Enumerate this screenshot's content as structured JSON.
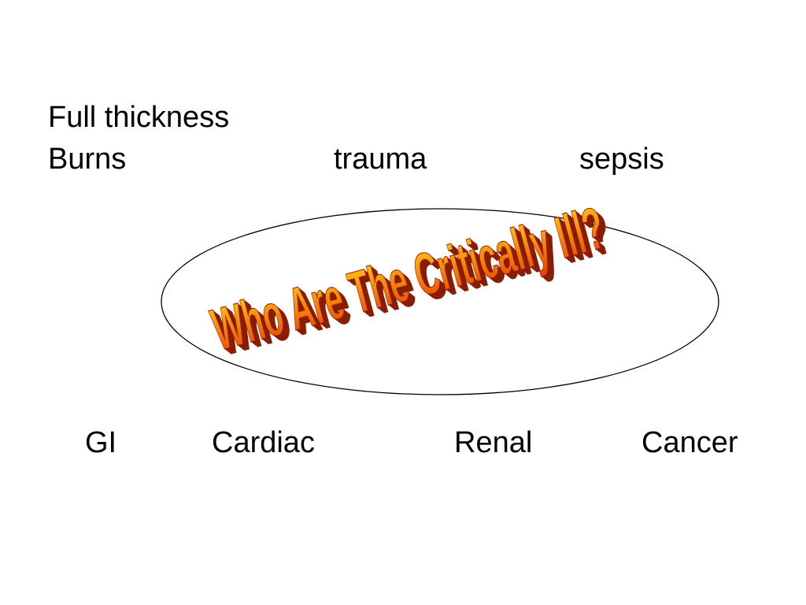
{
  "top_labels": {
    "line1": "Full thickness",
    "burns": "Burns",
    "trauma": "trauma",
    "sepsis": "sepsis"
  },
  "center": {
    "title": "Who Are The Critically Ill?",
    "title_fill_top": "#ffd21a",
    "title_fill_bottom": "#e83a00",
    "title_extrusion": "#8a1c00",
    "oval_stroke": "#000000"
  },
  "bottom_labels": {
    "gi": "GI",
    "cardiac": "Cardiac",
    "renal": "Renal",
    "cancer": "Cancer"
  }
}
